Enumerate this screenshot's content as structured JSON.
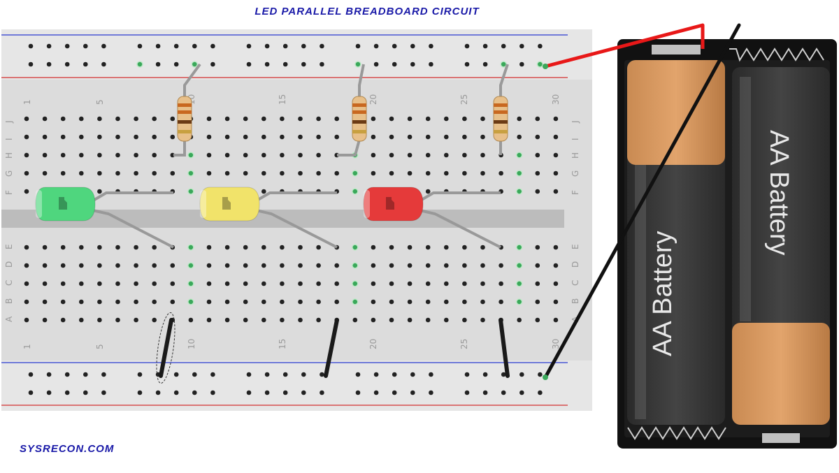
{
  "title": "LED PARALLEL BREADBOARD CIRCUIT",
  "footer": "SYSRECON.COM",
  "breadboard": {
    "column_labels": [
      "1",
      "5",
      "10",
      "15",
      "20",
      "25",
      "30"
    ],
    "top_row_letters": [
      "J",
      "I",
      "H",
      "G",
      "F"
    ],
    "bottom_row_letters": [
      "E",
      "D",
      "C",
      "B",
      "A"
    ]
  },
  "leds": [
    {
      "name": "green LED",
      "color": "#4fd67e"
    },
    {
      "name": "yellow LED",
      "color": "#f1e36a"
    },
    {
      "name": "red LED",
      "color": "#e53a3a"
    }
  ],
  "battery": {
    "cell_label": "AA Battery"
  },
  "colors": {
    "title": "#1a1aa8",
    "positive_wire": "#e81818",
    "negative_wire": "#111111",
    "rail_blue": "#2a3ad0",
    "rail_red": "#d23030",
    "active_hole": "#3aa85a"
  }
}
